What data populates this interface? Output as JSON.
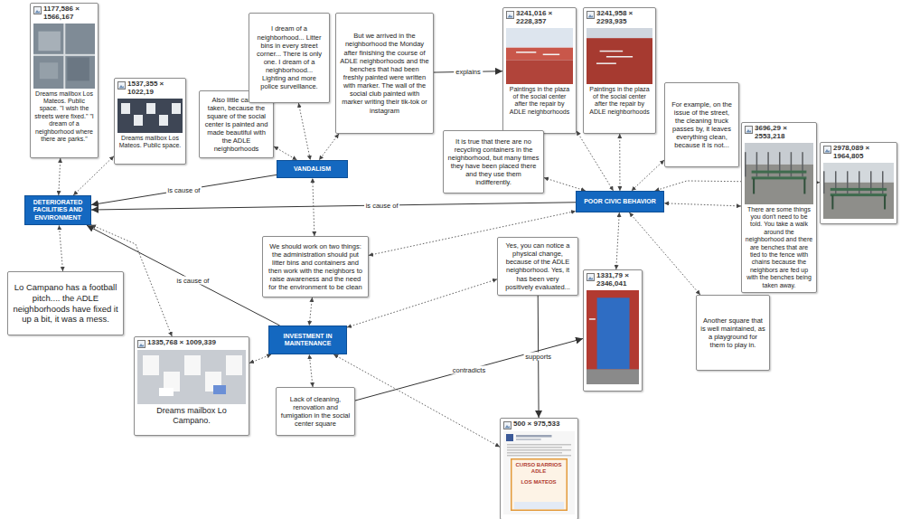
{
  "diagram": {
    "nodes": [
      {
        "text": [
          "1177,586 × 1566,167",
          "Dreams mailbox Los Mateos. Public space. \"I wish the streets were fixed.\" \"I dream of a neighborhood where there are parks.\""
        ]
      },
      {
        "text": [
          "1537,355 × 1022,19",
          "Dreams mailbox Los Mateos. Public space."
        ]
      },
      {
        "text": [
          "Also little care is taken, because the square of the social center is painted and made beautiful with the ADLE neighborhoods"
        ]
      },
      {
        "text": [
          "I dream of a neighborhood... Litter bins in every street corner... There is only one. I dream of a neighborhood... Lighting and more police surveillance."
        ]
      },
      {
        "text": [
          "But we arrived in the neighborhood the Monday after finishing the course of ADLE neighborhoods and the benches that had been freshly painted were written with marker. The wall of the social club painted with marker writing their tik-tok or instagram"
        ]
      },
      {
        "text": [
          "3241,016 × 2228,357",
          "Paintings in the plaza of the social center after the repair by ADLE neighborhoods"
        ]
      },
      {
        "text": [
          "3241,958 × 2293,935",
          "Paintings in the plaza of the social center after the repair by ADLE neighborhoods"
        ]
      },
      {
        "text": [
          "For example, on the issue of the street, the cleaning truck passes by, it leaves everything clean, because it is not..."
        ]
      },
      {
        "text": [
          "It is true that there are no recycling containers in the neighborhood, but many times they have been placed there and they use them indifferently."
        ]
      },
      {
        "text": [
          "VANDALISM"
        ]
      },
      {
        "text": [
          "DETERIORATED FACILITIES AND ENVIRONMENT"
        ]
      },
      {
        "text": [
          "POOR CIVIC BEHAVIOR"
        ]
      },
      {
        "text": [
          "3696,29 × 2553,218",
          "There are some things you don't need to be told. You take a walk around the neighborhood and there are benches that are tied to the fence with chains because the neighbors are fed up with the benches being taken away."
        ]
      },
      {
        "text": [
          "2978,089 × 1964,805"
        ]
      },
      {
        "text": [
          "We should work on two things: the administration should put litter bins and containers and then work with the neighbors to raise awareness and the need for the environment to be clean"
        ]
      },
      {
        "text": [
          "Yes, you can notice a physical change, because of the ADLE neighborhood. Yes, it has been very positively evaluated..."
        ]
      },
      {
        "text": [
          "1331,79 × 2346,041"
        ]
      },
      {
        "text": [
          "Lo Campano has a football pitch.... the ADLE neighborhoods have fixed it up a bit, it was a mess."
        ]
      },
      {
        "text": [
          "INVESTMENT IN MAINTENANCE"
        ]
      },
      {
        "text": [
          "1335,768 × 1009,339",
          "Dreams mailbox Lo Campano."
        ]
      },
      {
        "text": [
          "Lack of cleaning, renovation and fumigation in the social center square"
        ]
      },
      {
        "text": [
          "500 × 975,533"
        ]
      },
      {
        "text": [
          "Another square that is well maintained, as a playground for them to play in."
        ]
      }
    ],
    "edges": [
      {
        "from": 9,
        "to": 10,
        "label": "is cause of",
        "arrow": "to"
      },
      {
        "from": 11,
        "to": 10,
        "label": "is cause of",
        "arrow": "to"
      },
      {
        "from": 18,
        "to": 10,
        "label": "is cause of",
        "arrow": "to"
      },
      {
        "from": 4,
        "to": 5,
        "label": "explains",
        "arrow": "to"
      },
      {
        "from": 15,
        "to": 21,
        "label": "supports",
        "arrow": "to"
      },
      {
        "from": 20,
        "to": 16,
        "label": "contradicts",
        "arrow": "to"
      },
      {
        "from": 0,
        "to": 10,
        "arrow": "both"
      },
      {
        "from": 1,
        "to": 10,
        "arrow": "both"
      },
      {
        "from": 2,
        "to": 9,
        "arrow": "both"
      },
      {
        "from": 3,
        "to": 9,
        "arrow": "both"
      },
      {
        "from": 4,
        "to": 9,
        "arrow": "both"
      },
      {
        "from": 5,
        "to": 11,
        "arrow": "both"
      },
      {
        "from": 6,
        "to": 11,
        "arrow": "both"
      },
      {
        "from": 7,
        "to": 11,
        "arrow": "both"
      },
      {
        "from": 8,
        "to": 11,
        "arrow": "both"
      },
      {
        "from": 12,
        "to": 11,
        "arrow": "both"
      },
      {
        "from": 13,
        "to": 11,
        "arrow": "both"
      },
      {
        "from": 22,
        "to": 11,
        "arrow": "both"
      },
      {
        "from": 16,
        "to": 11,
        "arrow": "both"
      },
      {
        "from": 14,
        "to": 9,
        "arrow": "both"
      },
      {
        "from": 14,
        "to": 11,
        "arrow": "both"
      },
      {
        "from": 14,
        "to": 18,
        "arrow": "both"
      },
      {
        "from": 15,
        "to": 18,
        "arrow": "both"
      },
      {
        "from": 17,
        "to": 10,
        "arrow": "both"
      },
      {
        "from": 19,
        "to": 10,
        "arrow": "both"
      },
      {
        "from": 19,
        "to": 18,
        "arrow": "both"
      },
      {
        "from": 20,
        "to": 18,
        "arrow": "both"
      },
      {
        "from": 21,
        "to": 18,
        "arrow": "both"
      }
    ],
    "labels": [
      "CURSO BARRIOS ADLE",
      "LOS MATEOS"
    ]
  }
}
